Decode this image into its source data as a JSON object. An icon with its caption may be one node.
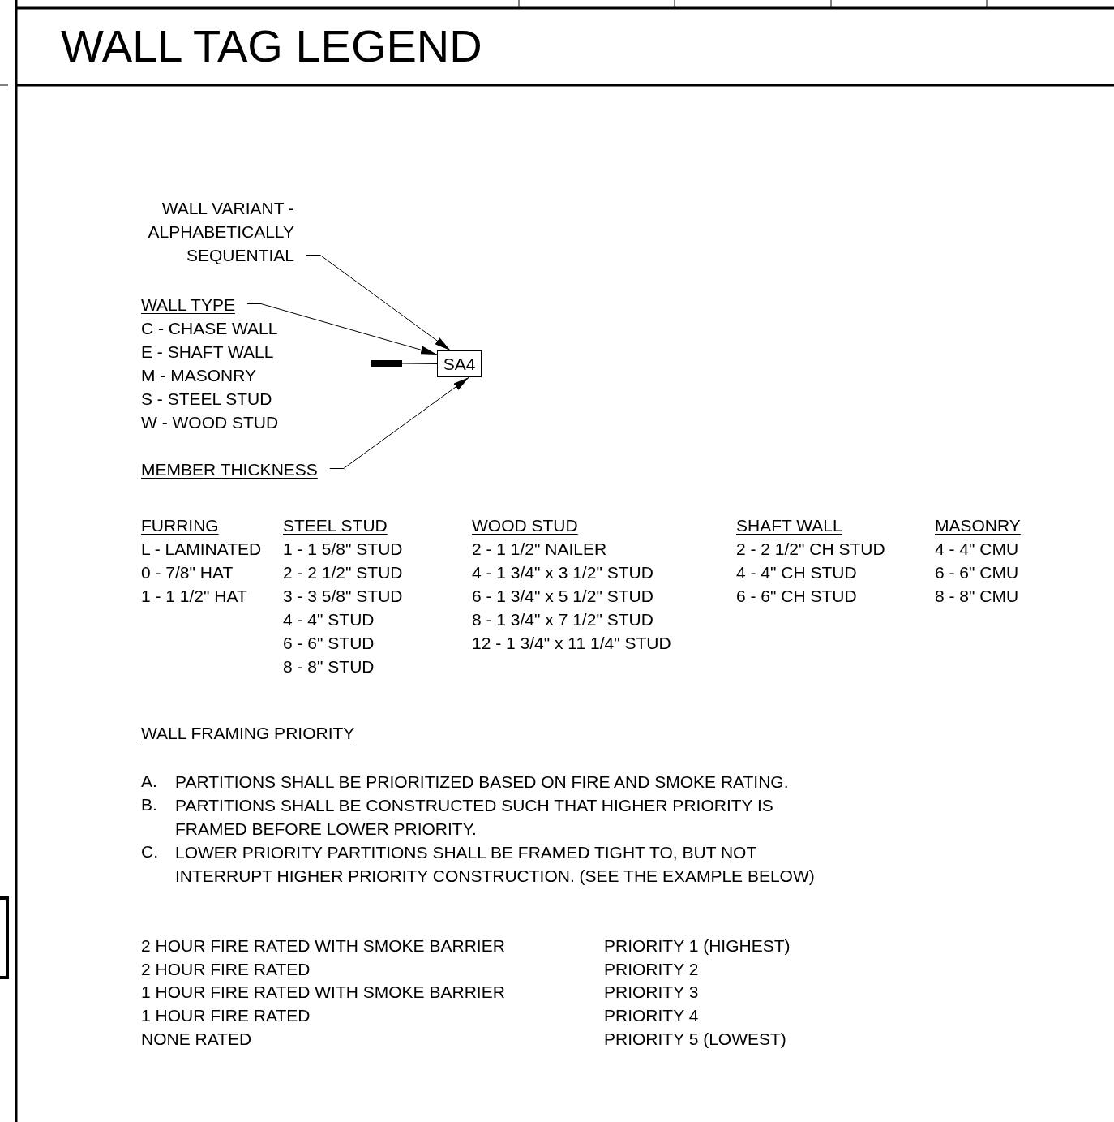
{
  "diagram": {
    "title": "WALL TAG LEGEND",
    "nodes": [
      {
        "text": [
          "SA4"
        ]
      },
      {
        "text": [
          "WALL VARIANT - ALPHABETICALLY SEQUENTIAL"
        ]
      },
      {
        "text": [
          "WALL TYPE"
        ]
      },
      {
        "text": [
          "MEMBER THICKNESS"
        ]
      },
      {
        "text": [],
        "shape": "bar"
      }
    ],
    "edges": [
      {
        "from": 1,
        "to": 0,
        "arrow": "to"
      },
      {
        "from": 2,
        "to": 0,
        "arrow": "to"
      },
      {
        "from": 3,
        "to": 0,
        "arrow": "to"
      },
      {
        "from": 4,
        "to": 0,
        "arrow": "none"
      }
    ],
    "labels": [
      "C - CHASE WALL",
      "E - SHAFT WALL",
      "M - MASONRY",
      "S - STEEL STUD",
      "W - WOOD STUD",
      "FURRING",
      "STEEL STUD",
      "WOOD STUD",
      "SHAFT WALL",
      "MASONRY",
      "L - LAMINATED",
      "1 - 1 5/8\" STUD",
      "2 - 1 1/2\" NAILER",
      "2 - 2 1/2\" CH STUD",
      "4 - 4\" CMU",
      "0 - 7/8\" HAT",
      "2 - 2 1/2\" STUD",
      "4 - 1 3/4\" x 3 1/2\" STUD",
      "4 - 4\" CH STUD",
      "6 - 6\" CMU",
      "1 - 1 1/2\" HAT",
      "3 - 3 5/8\" STUD",
      "6 - 1 3/4\" x 5 1/2\" STUD",
      "6 - 6\" CH STUD",
      "8 - 8\" CMU",
      "4 - 4\" STUD",
      "8 - 1 3/4\" x 7 1/2\" STUD",
      "6 - 6\" STUD",
      "12 - 1 3/4\" x 11 1/4\" STUD",
      "8 - 8\" STUD",
      "WALL FRAMING PRIORITY",
      "A.",
      "PARTITIONS SHALL BE PRIORITIZED BASED ON FIRE AND SMOKE RATING.",
      "B.",
      "PARTITIONS SHALL BE CONSTRUCTED SUCH THAT HIGHER PRIORITY IS FRAMED BEFORE LOWER PRIORITY.",
      "C.",
      "LOWER PRIORITY PARTITIONS SHALL BE FRAMED TIGHT TO, BUT NOT INTERRUPT HIGHER PRIORITY CONSTRUCTION. (SEE THE EXAMPLE BELOW)",
      "2 HOUR FIRE RATED WITH SMOKE BARRIER",
      "PRIORITY 1 (HIGHEST)",
      "2 HOUR FIRE RATED",
      "PRIORITY 2",
      "1 HOUR FIRE RATED WITH SMOKE BARRIER",
      "PRIORITY 3",
      "1 HOUR FIRE RATED",
      "PRIORITY 4",
      "NONE RATED",
      "PRIORITY 5 (LOWEST)"
    ]
  }
}
